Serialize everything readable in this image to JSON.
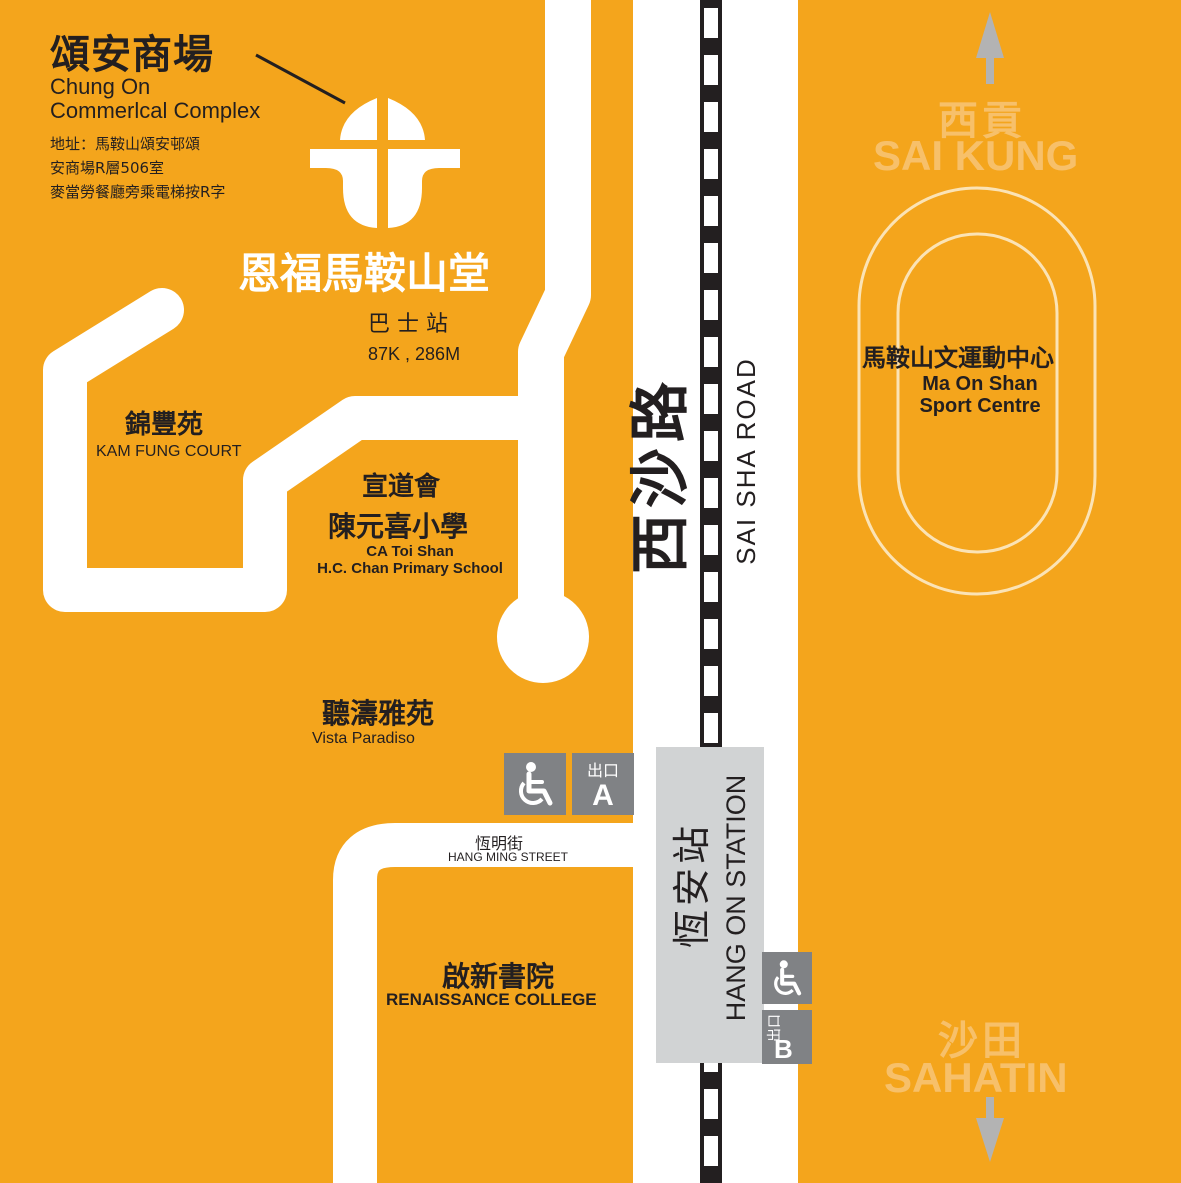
{
  "mall": {
    "name_zh": "頌安商場",
    "name_en_line1": "Chung On",
    "name_en_line2": "Commerlcal Complex",
    "address_line1": "地址：馬鞍山頌安邨頌",
    "address_line2": "安商場R層506室",
    "address_line3": "麥當勞餐廳旁乘電梯按R字"
  },
  "church": {
    "name_zh": "恩福馬鞍山堂"
  },
  "bus_stop": {
    "label_zh": "巴 士 站",
    "routes": "87K , 286M"
  },
  "kam_fung": {
    "zh": "錦豐苑",
    "en": "KAM FUNG COURT"
  },
  "school": {
    "zh_line1": "宣道會",
    "zh_line2": "陳元喜小學",
    "en_line1": "CA Toi Shan",
    "en_line2": "H.C. Chan Primary School"
  },
  "vista": {
    "zh": "聽濤雅苑",
    "en": "Vista Paradiso"
  },
  "hang_ming": {
    "zh": "恆明街",
    "en": "HANG MING STREET"
  },
  "college": {
    "zh": "啟新書院",
    "en": "RENAISSANCE COLLEGE"
  },
  "road": {
    "zh": "西沙路",
    "en": "SAI SHA ROAD"
  },
  "station": {
    "zh": "恆安站",
    "en": "HANG ON STATION"
  },
  "exit_a": {
    "zh": "出口",
    "letter": "A"
  },
  "exit_b": {
    "zh": "出口",
    "letter": "B"
  },
  "sports": {
    "zh": "馬鞍山文運動中心",
    "en_line1": "Ma On Shan",
    "en_line2": "Sport Centre"
  },
  "north": {
    "zh": "西貢",
    "en": "SAI KUNG"
  },
  "south": {
    "zh": "沙田",
    "en": "SAHATIN"
  },
  "colors": {
    "background": "#F4A51C",
    "road": "#FFFFFF",
    "rail": "#231F20",
    "station": "#D1D3D4",
    "exit_sign": "#808285",
    "ghost_text": "#F7C06A"
  }
}
